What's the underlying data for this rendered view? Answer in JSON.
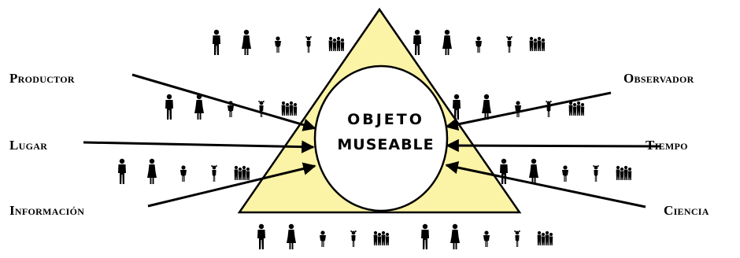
{
  "center": {
    "line1": "OBJETO",
    "line2": "MUSEABLE"
  },
  "left_labels": [
    "Productor",
    "Lugar",
    "Información"
  ],
  "right_labels": [
    "Observador",
    "Tiempo",
    "Ciencia"
  ],
  "colors": {
    "triangle_fill": "#fbf3a5",
    "stroke": "#000000",
    "circle_fill": "#ffffff"
  },
  "icons": {
    "person": "person-icon",
    "group": "group-of-people-icon"
  }
}
